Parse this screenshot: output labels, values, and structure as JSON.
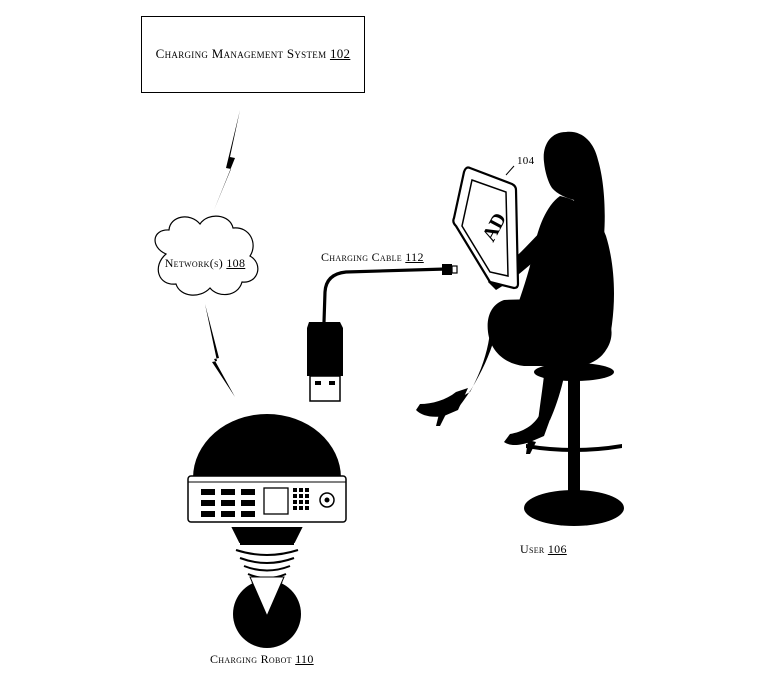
{
  "cms": {
    "label": "Charging Management System",
    "ref": "102"
  },
  "network": {
    "label": "Network(s)",
    "ref": "108"
  },
  "cable": {
    "label": "Charging Cable",
    "ref": "112"
  },
  "tablet": {
    "ref": "104",
    "screen_text": "AD"
  },
  "user": {
    "label": "User",
    "ref": "106"
  },
  "robot": {
    "label": "Charging Robot",
    "ref": "110"
  }
}
